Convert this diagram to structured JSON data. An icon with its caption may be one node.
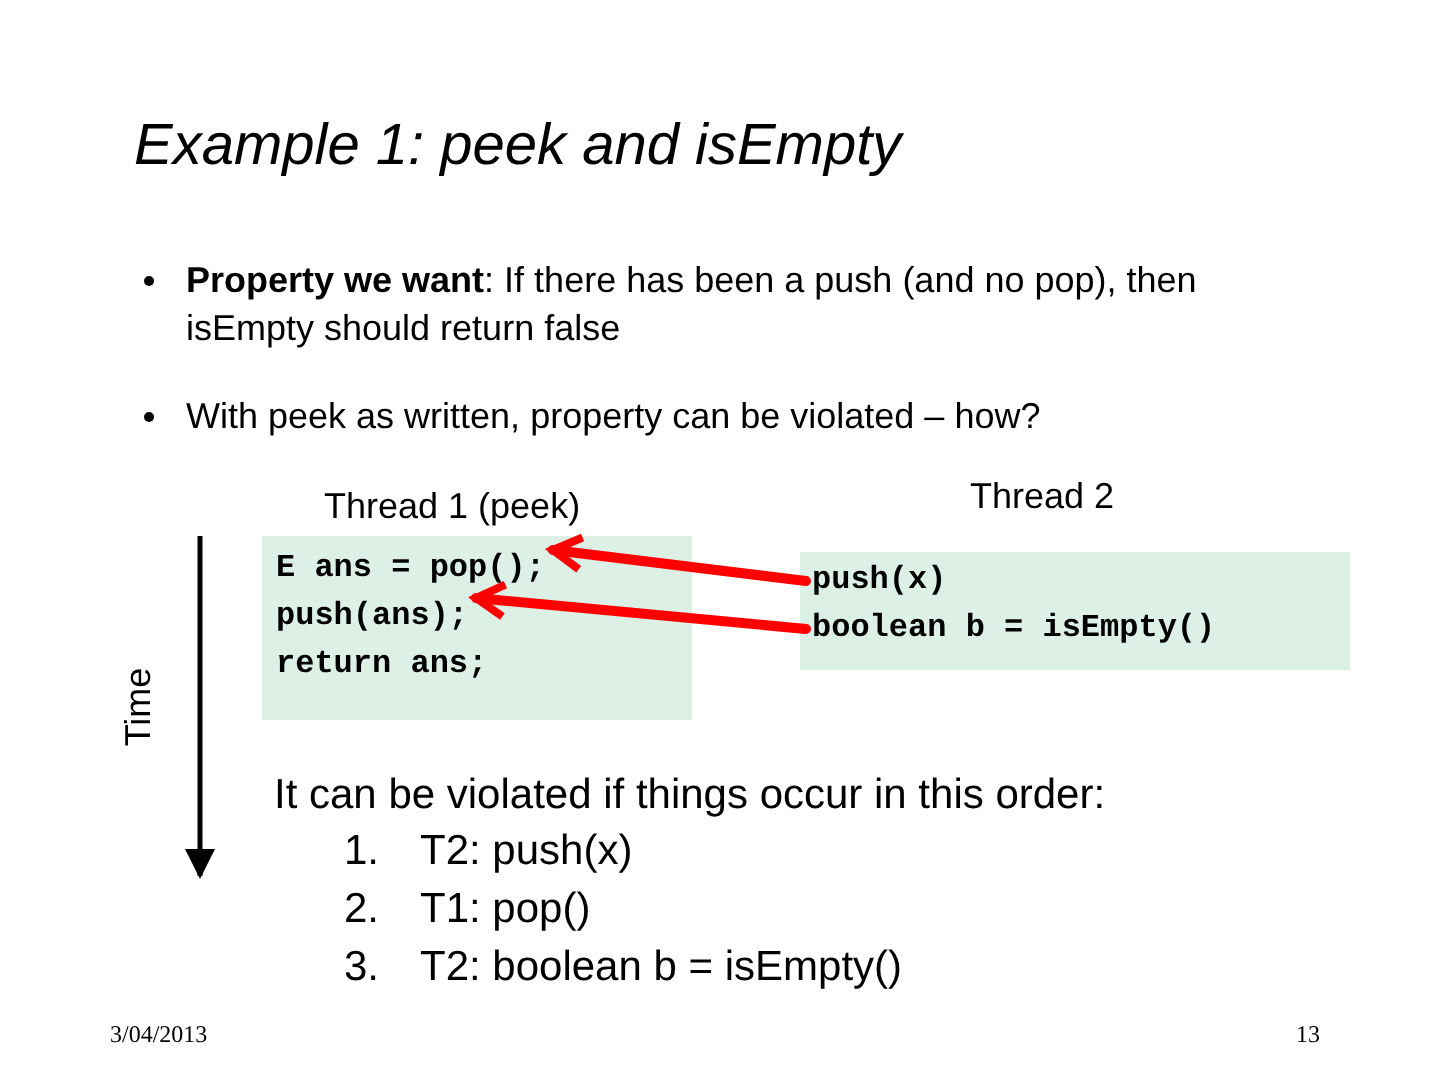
{
  "diagram": {
    "title": "Example 1: peek and isEmpty",
    "nodes": [
      {
        "text": [
          "Thread 1 (peek)"
        ]
      },
      {
        "text": [
          "E ans = pop();"
        ],
        "in": 0
      },
      {
        "text": [
          "push(ans);"
        ],
        "in": 0
      },
      {
        "text": [
          "return ans;"
        ],
        "in": 0
      },
      {
        "text": [
          "Thread 2"
        ]
      },
      {
        "text": [
          "push(x)"
        ],
        "in": 4
      },
      {
        "text": [
          "boolean b = isEmpty()"
        ],
        "in": 4
      }
    ],
    "edges": [
      {
        "from": 5,
        "to": 1,
        "arrow": "to"
      },
      {
        "from": 6,
        "to": 2,
        "arrow": "to"
      }
    ],
    "labels": [
      "**Property we want**:  If there has been a push (and no pop), then isEmpty should return false",
      "With peek as written, property can be violated – how?",
      "Time",
      "It can be violated if things occur in this order:",
      "1.",
      "T2: push(x)",
      "2.",
      "T1: pop()",
      "3.",
      "T2: boolean b = isEmpty()",
      "3/04/2013",
      "13"
    ]
  }
}
